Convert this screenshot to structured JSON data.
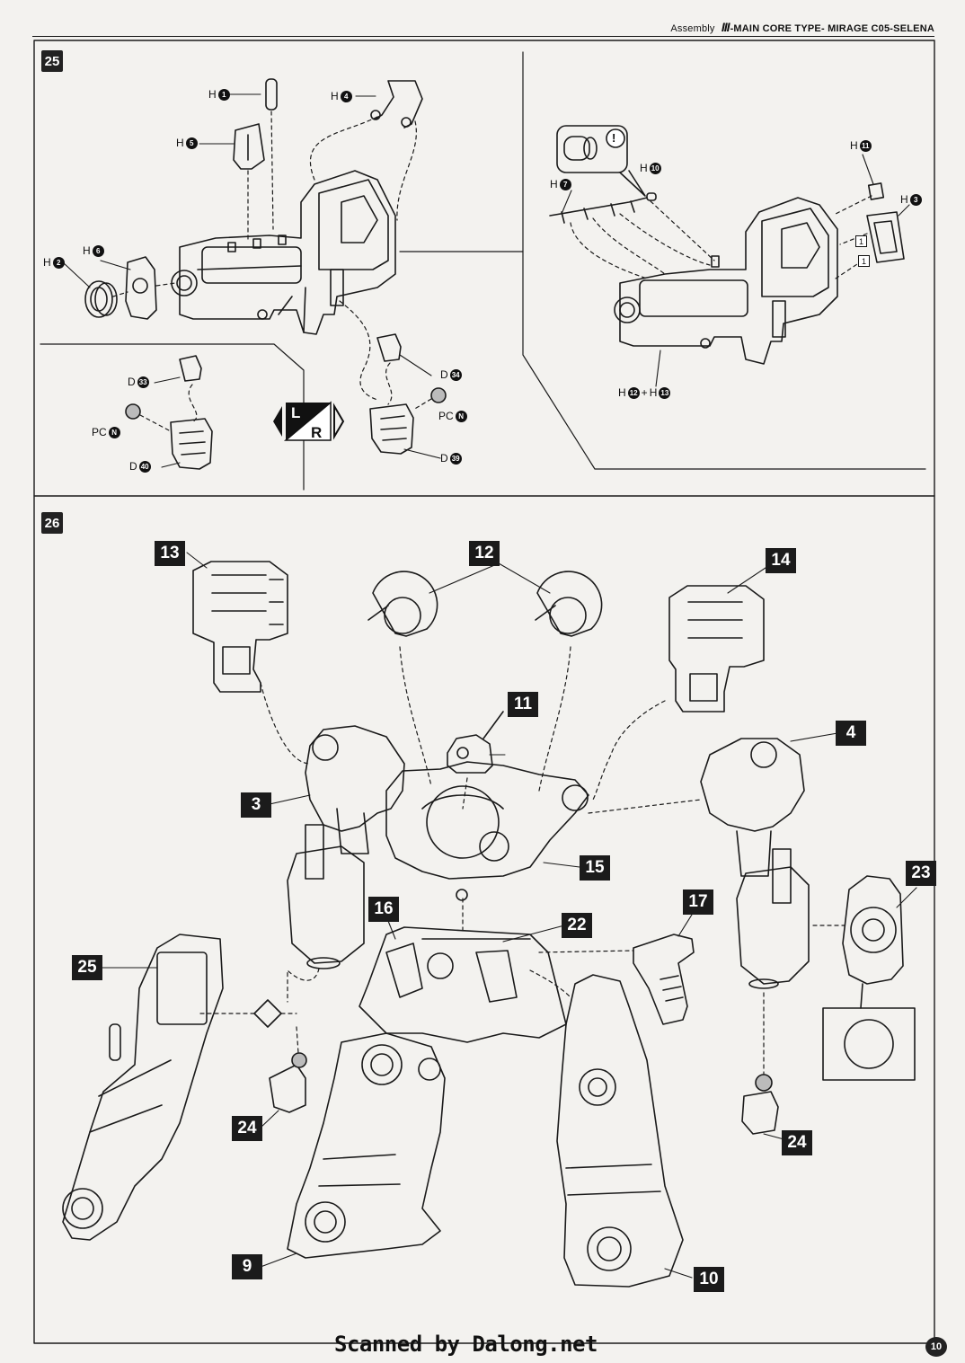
{
  "header": {
    "assembly": "Assembly",
    "roman": "III",
    "title": "-MAIN CORE TYPE- MIRAGE C05-SELENA"
  },
  "steps": {
    "step25": "25",
    "step26": "26"
  },
  "step25_parts": {
    "h1": {
      "prefix": "H",
      "num": "1"
    },
    "h4": {
      "prefix": "H",
      "num": "4"
    },
    "h5": {
      "prefix": "H",
      "num": "5"
    },
    "h6": {
      "prefix": "H",
      "num": "6"
    },
    "h2": {
      "prefix": "H",
      "num": "2"
    },
    "h10": {
      "prefix": "H",
      "num": "10"
    },
    "h7": {
      "prefix": "H",
      "num": "7"
    },
    "h11": {
      "prefix": "H",
      "num": "11"
    },
    "h3": {
      "prefix": "H",
      "num": "3"
    },
    "box_a": "1",
    "box_b": "1",
    "h12_13": {
      "prefix_a": "H",
      "num_a": "12",
      "plus": "+",
      "prefix_b": "H",
      "num_b": "13"
    },
    "d33": {
      "prefix": "D",
      "num": "33"
    },
    "pcn_left": {
      "prefix": "PC",
      "num": "N"
    },
    "d40": {
      "prefix": "D",
      "num": "40"
    },
    "d34": {
      "prefix": "D",
      "num": "34"
    },
    "pcn_right": {
      "prefix": "PC",
      "num": "N"
    },
    "d39": {
      "prefix": "D",
      "num": "39"
    },
    "caution": "!",
    "lr_left": "L",
    "lr_right": "R"
  },
  "step26_callouts": {
    "c13": "13",
    "c12": "12",
    "c14": "14",
    "c11": "11",
    "c4": "4",
    "c3": "3",
    "c15": "15",
    "c16": "16",
    "c22": "22",
    "c17": "17",
    "c23": "23",
    "c25": "25",
    "c24_left": "24",
    "c24_right": "24",
    "c9": "9",
    "c10": "10"
  },
  "footer": {
    "credit": "Scanned by Dalong.net",
    "page": "10"
  }
}
